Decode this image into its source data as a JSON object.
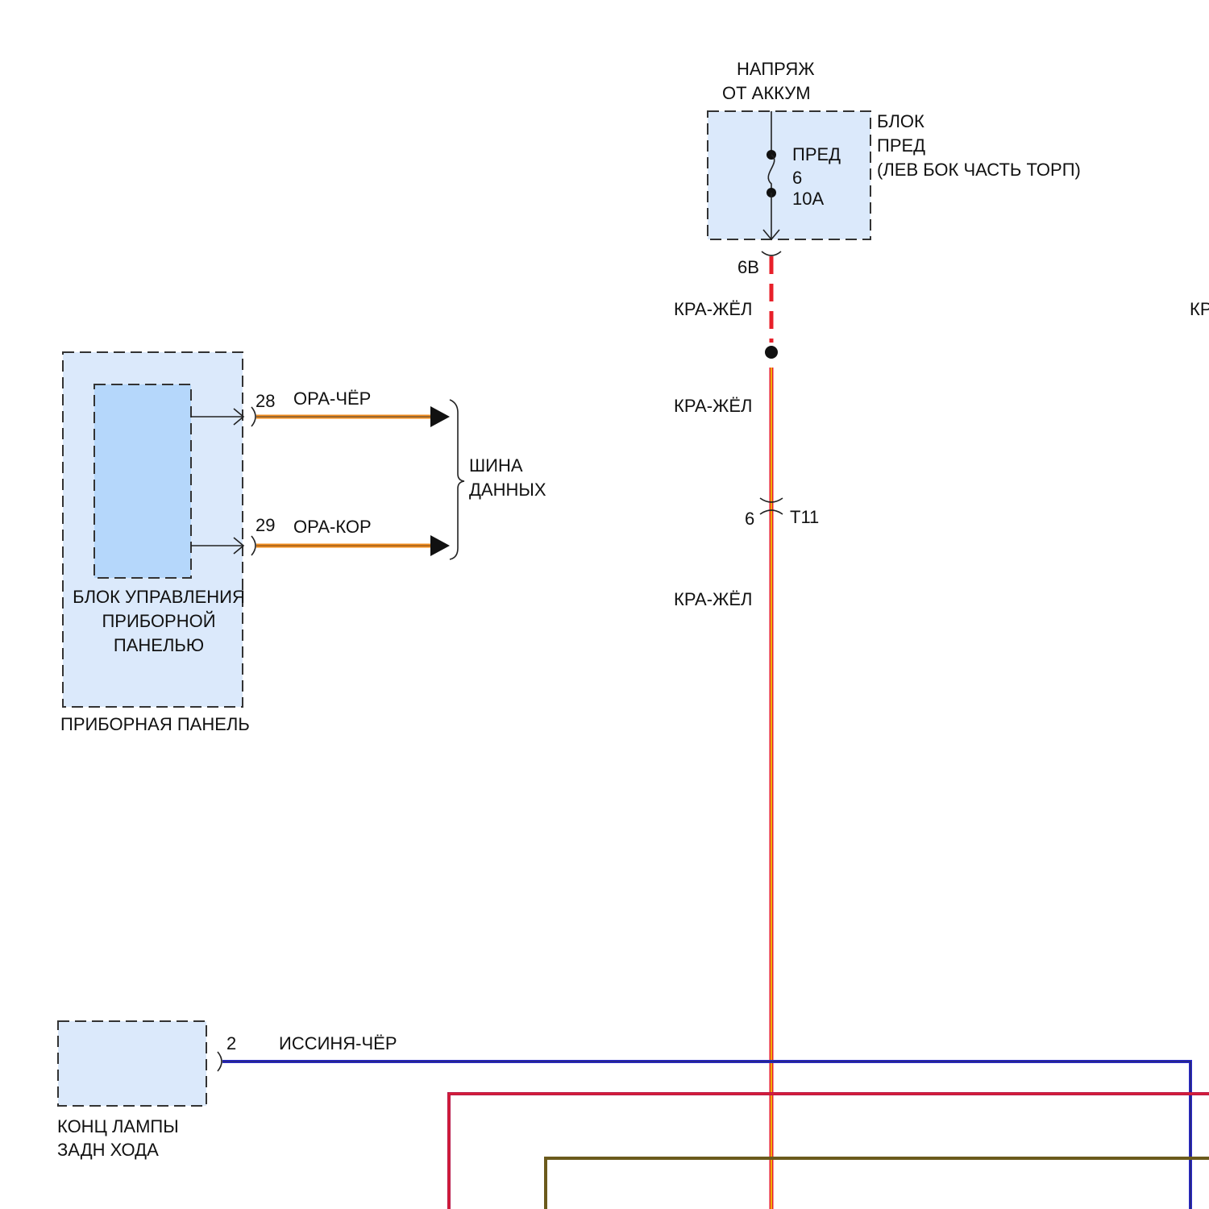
{
  "battery": {
    "line1": "НАПРЯЖ",
    "line2": "ОТ АККУМ"
  },
  "fuse_block": {
    "name_line1": "БЛОК",
    "name_line2": "ПРЕД",
    "name_line3": "(ЛЕВ БОК ЧАСТЬ ТОРП)",
    "fuse_label": "ПРЕД",
    "fuse_number": "6",
    "fuse_rating": "10A"
  },
  "connectors": {
    "fuse_out": "6B",
    "t11_pin": "6",
    "t11_name": "T11",
    "pin_28": "28",
    "pin_29": "29",
    "pin_2": "2"
  },
  "wires": {
    "kra_zhel_1": "КРА-ЖЁЛ",
    "kra_zhel_2": "КРА-ЖЁЛ",
    "kra_zhel_3": "КРА-ЖЁЛ",
    "kra_cut": "КР",
    "ora_cher": "ОРА-ЧЁР",
    "ora_kor": "ОРА-КОР",
    "issinya_cher": "ИССИНЯ-ЧЁР"
  },
  "data_bus": {
    "line1": "ШИНА",
    "line2": "ДАННЫХ"
  },
  "ipc_module": {
    "line1": "БЛОК УПРАВЛЕНИЯ",
    "line2": "ПРИБОРНОЙ",
    "line3": "ПАНЕЛЬЮ"
  },
  "instrument_panel": {
    "label": "ПРИБОРНАЯ ПАНЕЛЬ"
  },
  "reverse_switch": {
    "line1": "КОНЦ ЛАМПЫ",
    "line2": "ЗАДН ХОДА"
  },
  "colors": {
    "box_fill": "#dbe9fb",
    "inner_fill": "#b5d7fb",
    "red": "#e8202a",
    "yellow": "#f2d200",
    "orange": "#f08c1e",
    "blue": "#2a2acc",
    "purple_red": "#b8184a",
    "olive": "#6b5a1c"
  }
}
